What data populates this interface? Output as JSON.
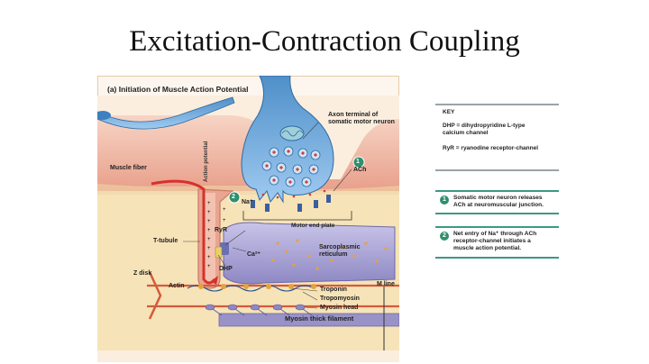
{
  "slide": {
    "title": "Excitation-Contraction Coupling"
  },
  "figure": {
    "heading": "(a) Initiation of Muscle Action Potential",
    "labels": {
      "axon_terminal": "Axon terminal of\nsomatic motor neuron",
      "muscle_fiber": "Muscle fiber",
      "action_potential": "Action potential",
      "ach": "ACh",
      "na": "Na⁺",
      "motor_end_plate": "Motor end plate",
      "ryr": "RyR",
      "t_tubule": "T-tubule",
      "ca": "Ca²⁺",
      "sarcoplasmic_reticulum": "Sarcoplasmic\nreticulum",
      "dhp": "DHP",
      "z_disk": "Z disk",
      "actin": "Actin",
      "troponin": "Troponin",
      "tropomyosin": "Tropomyosin",
      "myosin_head": "Myosin head",
      "m_line": "M line",
      "myosin_thick_filament": "Myosin thick filament"
    },
    "markers": {
      "step1": "1",
      "step2": "2"
    },
    "colors": {
      "cytoplasm": "#f6e3b8",
      "membrane": "#e9a58f",
      "neuron": "#7fb4de",
      "reticulum": "#a9a4d3",
      "action_potential": "#d6312b",
      "marker": "#2f8f6e"
    }
  },
  "key": {
    "title": "KEY",
    "dhp_line": "DHP = dihydropyridine L-type\n          calcium channel",
    "ryr_line": "RyR = ryanodine receptor-channel"
  },
  "steps": [
    {
      "num": "1",
      "text": "Somatic motor neuron releases\nACh at neuromuscular junction."
    },
    {
      "num": "2",
      "text": "Net entry of Na⁺ through ACh\nreceptor-channel initiates a\nmuscle action potential."
    }
  ]
}
